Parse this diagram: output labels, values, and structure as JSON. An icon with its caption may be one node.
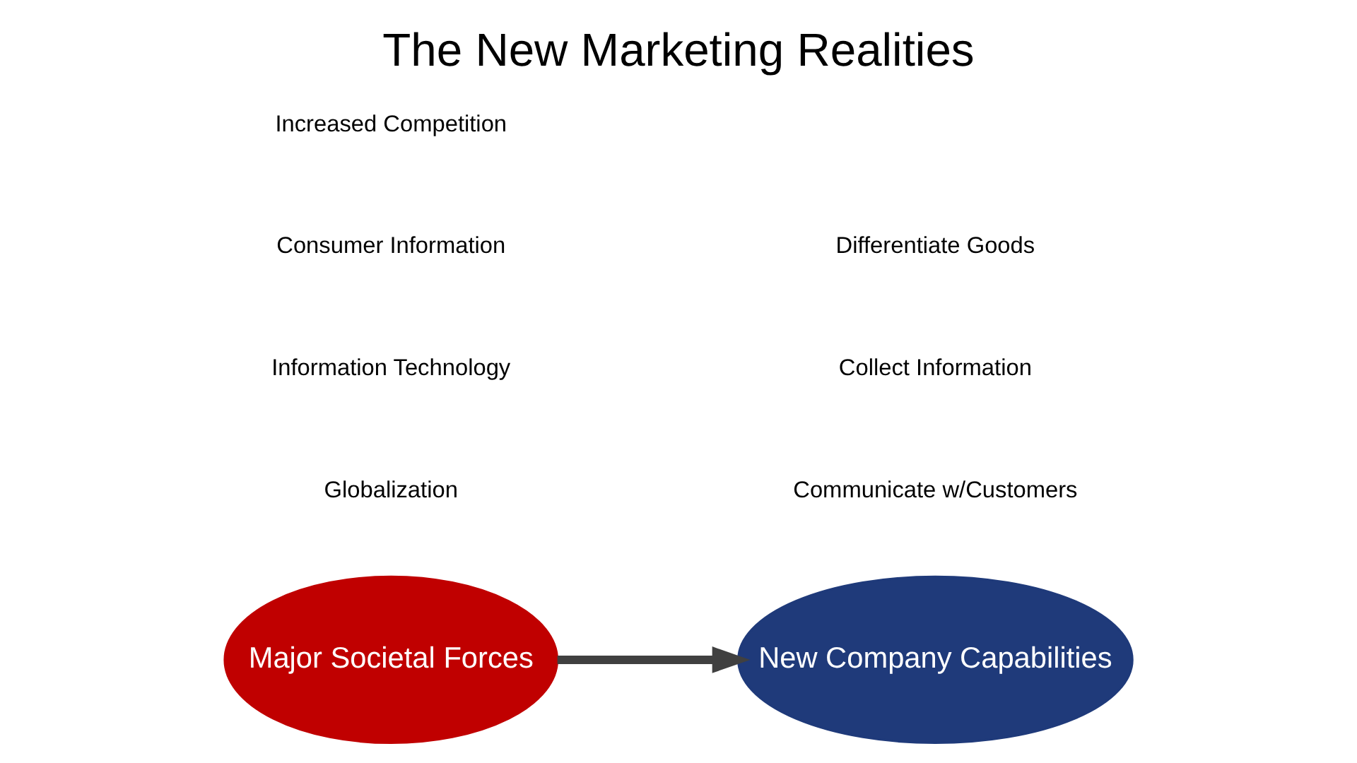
{
  "diagram": {
    "title": "The New Marketing Realities",
    "nodes": [
      {
        "text": [
          "Major Societal Forces"
        ]
      },
      {
        "text": [
          "New Company Capabilities"
        ]
      }
    ],
    "edges": [
      {
        "from": 0,
        "to": 1,
        "arrow": "to"
      }
    ],
    "labels": [
      "Globalization",
      "Information Technology",
      "Communicate w/Customers",
      "Collect Information",
      "Consumer Information",
      "Increased Competition",
      "Differentiate Goods"
    ]
  }
}
